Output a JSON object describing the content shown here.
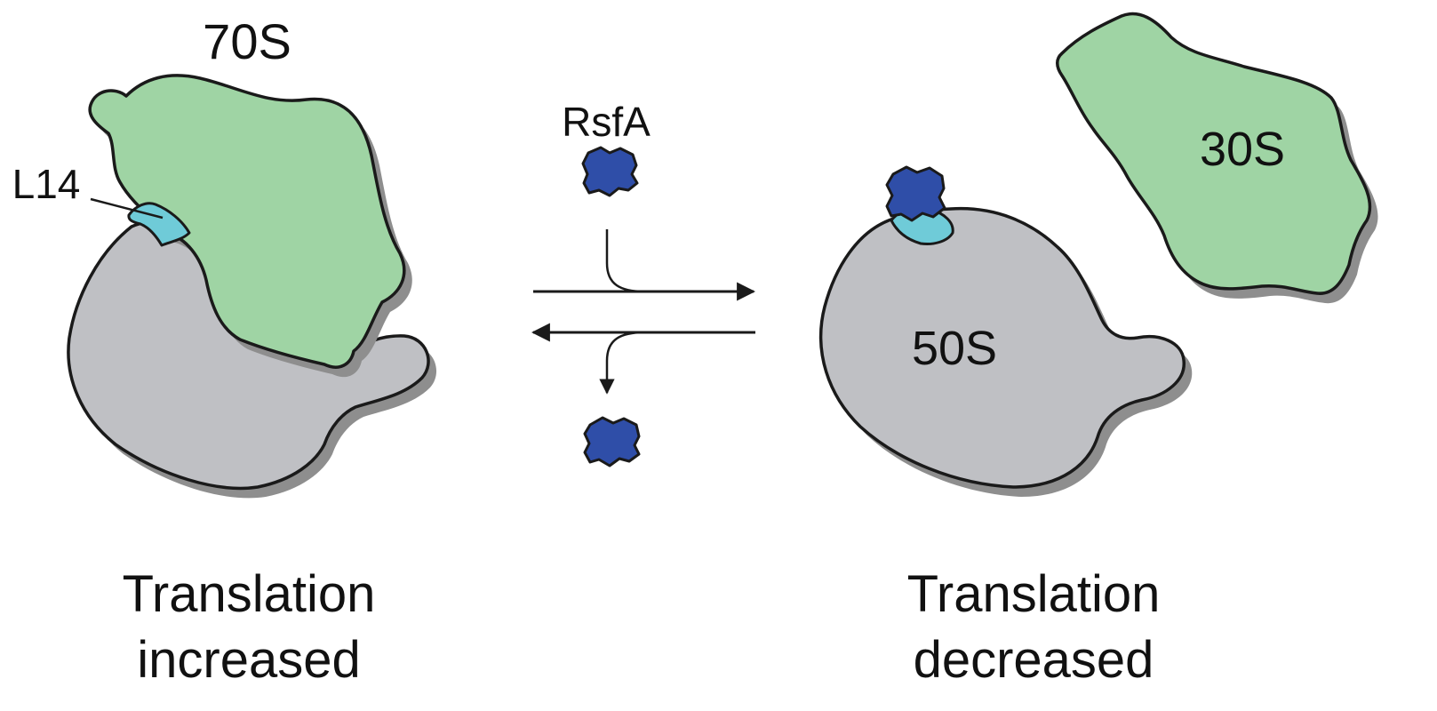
{
  "labels": {
    "ribosome_70s": "70S",
    "protein_l14": "L14",
    "factor_rsfa": "RsfA",
    "subunit_30s": "30S",
    "subunit_50s": "50S"
  },
  "captions": {
    "left_line1": "Translation",
    "left_line2": "increased",
    "right_line1": "Translation",
    "right_line2": "decreased"
  },
  "colors": {
    "large_subunit": "#bfc0c4",
    "small_subunit": "#9fd4a4",
    "l14_protein": "#6fcbd8",
    "rsfa_protein": "#2f4ea8",
    "outline": "#1a1a1a",
    "shadow": "#8e8e8e"
  }
}
